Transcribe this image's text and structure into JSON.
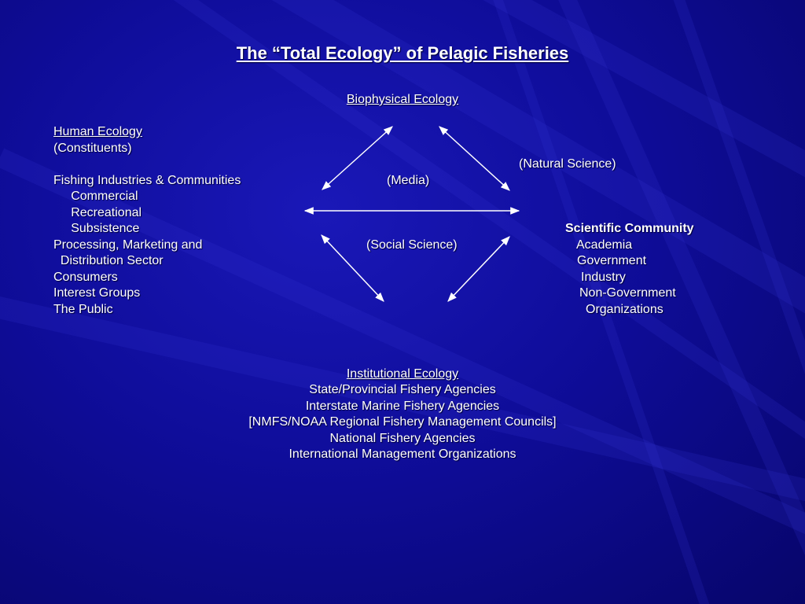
{
  "title": "The “Total Ecology” of Pelagic Fisheries",
  "biophysical": {
    "heading": "Biophysical Ecology",
    "science_label": "(Natural Science)"
  },
  "human": {
    "heading": "Human Ecology",
    "subheading": "(Constituents)",
    "items": [
      "Fishing Industries & Communities",
      "     Commercial",
      "     Recreational",
      "     Subsistence",
      "Processing, Marketing and",
      "  Distribution Sector",
      "Consumers",
      "Interest Groups",
      "The Public"
    ]
  },
  "center_labels": {
    "media": "(Media)",
    "social_science": "(Social Science)"
  },
  "scientific": {
    "heading": "Scientific Community",
    "items": [
      "Academia",
      "Government",
      "Industry",
      "Non-Government",
      "Organizations"
    ]
  },
  "institutional": {
    "heading": "Institutional Ecology",
    "items": [
      "State/Provincial Fishery Agencies",
      "Interstate Marine Fishery Agencies",
      "[NMFS/NOAA Regional Fishery Management Councils]",
      "National Fishery Agencies",
      "International Management Organizations"
    ]
  },
  "colors": {
    "background": "#0f0d9a",
    "text": "#ffffff"
  }
}
